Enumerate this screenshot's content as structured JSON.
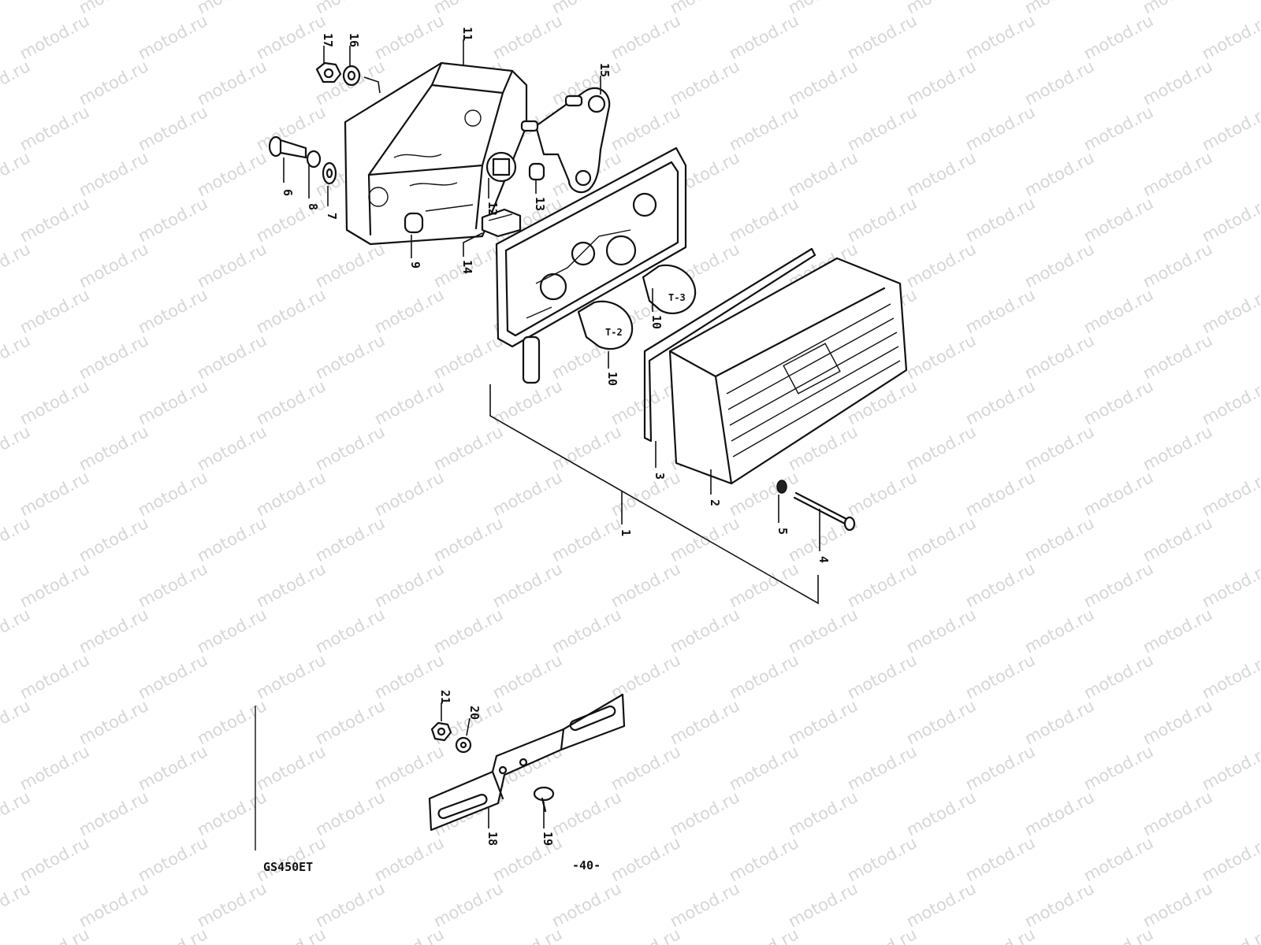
{
  "watermark": {
    "text": "motod.ru",
    "color": "#d6d6d6"
  },
  "footer": {
    "model": "GS450ET",
    "page": "-40-"
  },
  "labels": [
    "17",
    "16",
    "11",
    "15",
    "6",
    "8",
    "7",
    "12",
    "13",
    "9",
    "14",
    "10",
    "10",
    "1",
    "3",
    "2",
    "5",
    "4",
    "21",
    "20",
    "18",
    "19"
  ],
  "icons": [
    "taillight-base-housing-icon",
    "bulb-socket-plate-icon",
    "taillight-lens-icon",
    "license-bracket-icon",
    "bolt-icon",
    "nut-icon",
    "washer-icon",
    "bulb-icon"
  ]
}
